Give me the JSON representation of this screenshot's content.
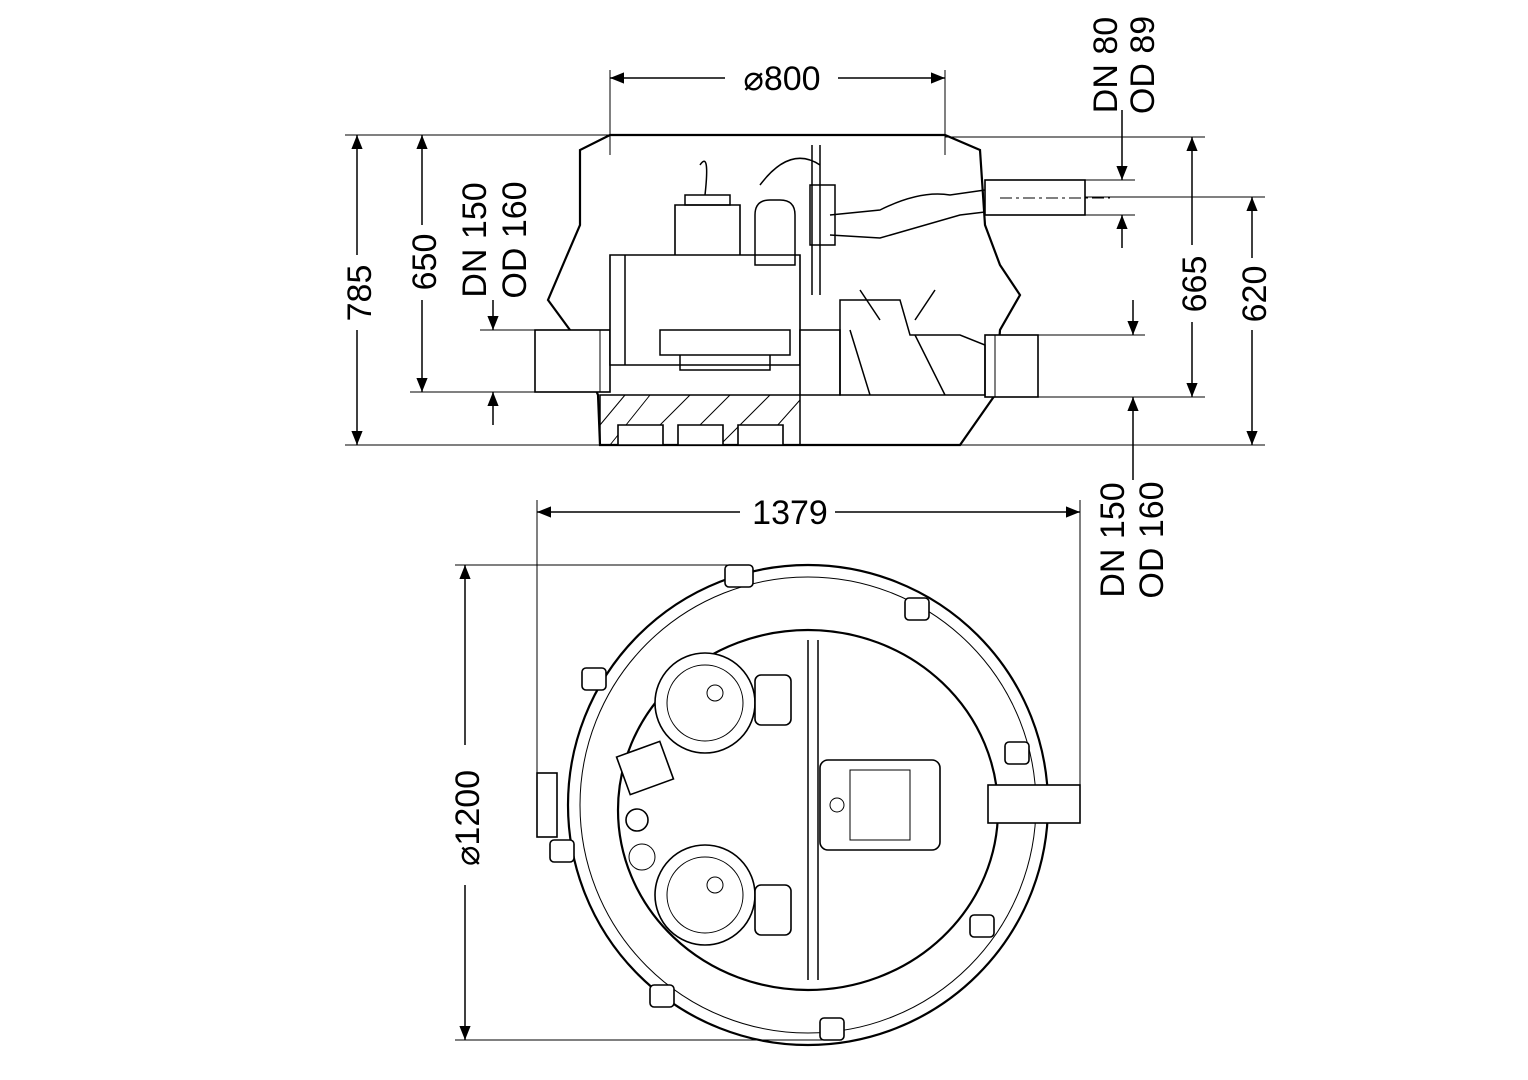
{
  "title": "Lifting station dimension drawing",
  "side_view": {
    "top_opening": "⌀800",
    "outlet_dn": "DN 80",
    "outlet_od": "OD 89",
    "total_height": "785",
    "inlet_height_left": "650",
    "inlet_left_dn": "DN 150",
    "inlet_left_od": "OD 160",
    "inlet_height_right": "665",
    "outlet_height": "620",
    "inlet_right_dn": "DN 150",
    "inlet_right_od": "OD 160"
  },
  "top_view": {
    "overall_width": "1379",
    "diameter": "⌀1200"
  },
  "colors": {
    "line": "#000000",
    "background": "#ffffff"
  }
}
